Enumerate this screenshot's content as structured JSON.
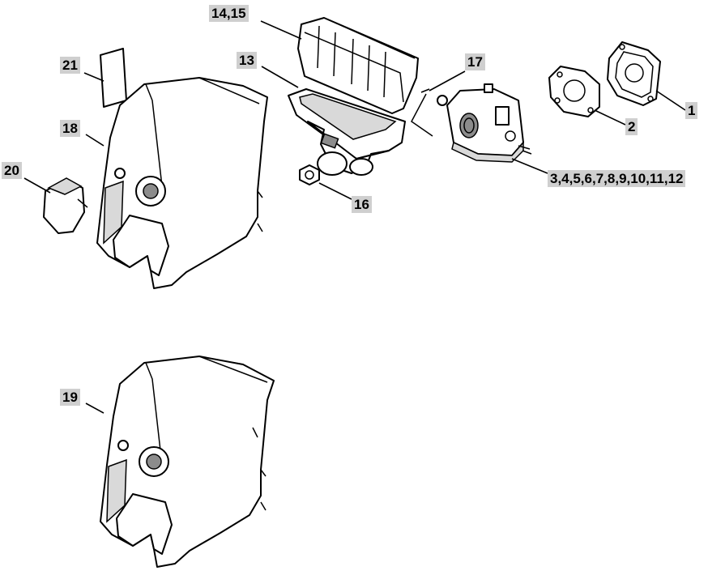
{
  "callouts": {
    "c1": "1",
    "c2": "2",
    "c3": "3,4,5,6,7,8,9,10,11,12",
    "c13": "13",
    "c14": "14,15",
    "c16": "16",
    "c17": "17",
    "c18": "18",
    "c19": "19",
    "c20": "20",
    "c21": "21"
  },
  "icons": [
    "gasket-icon",
    "spacer-gasket-icon",
    "carburetor-icon",
    "air-filter-base-icon",
    "air-filter-icon",
    "nut-icon",
    "choke-rod-icon",
    "shroud-icon",
    "shroud-alt-icon",
    "knob-icon",
    "label-icon"
  ],
  "colors": {
    "callout_bg": "#cfcfcf",
    "line": "#000000",
    "shade": "#d9d9d9"
  }
}
